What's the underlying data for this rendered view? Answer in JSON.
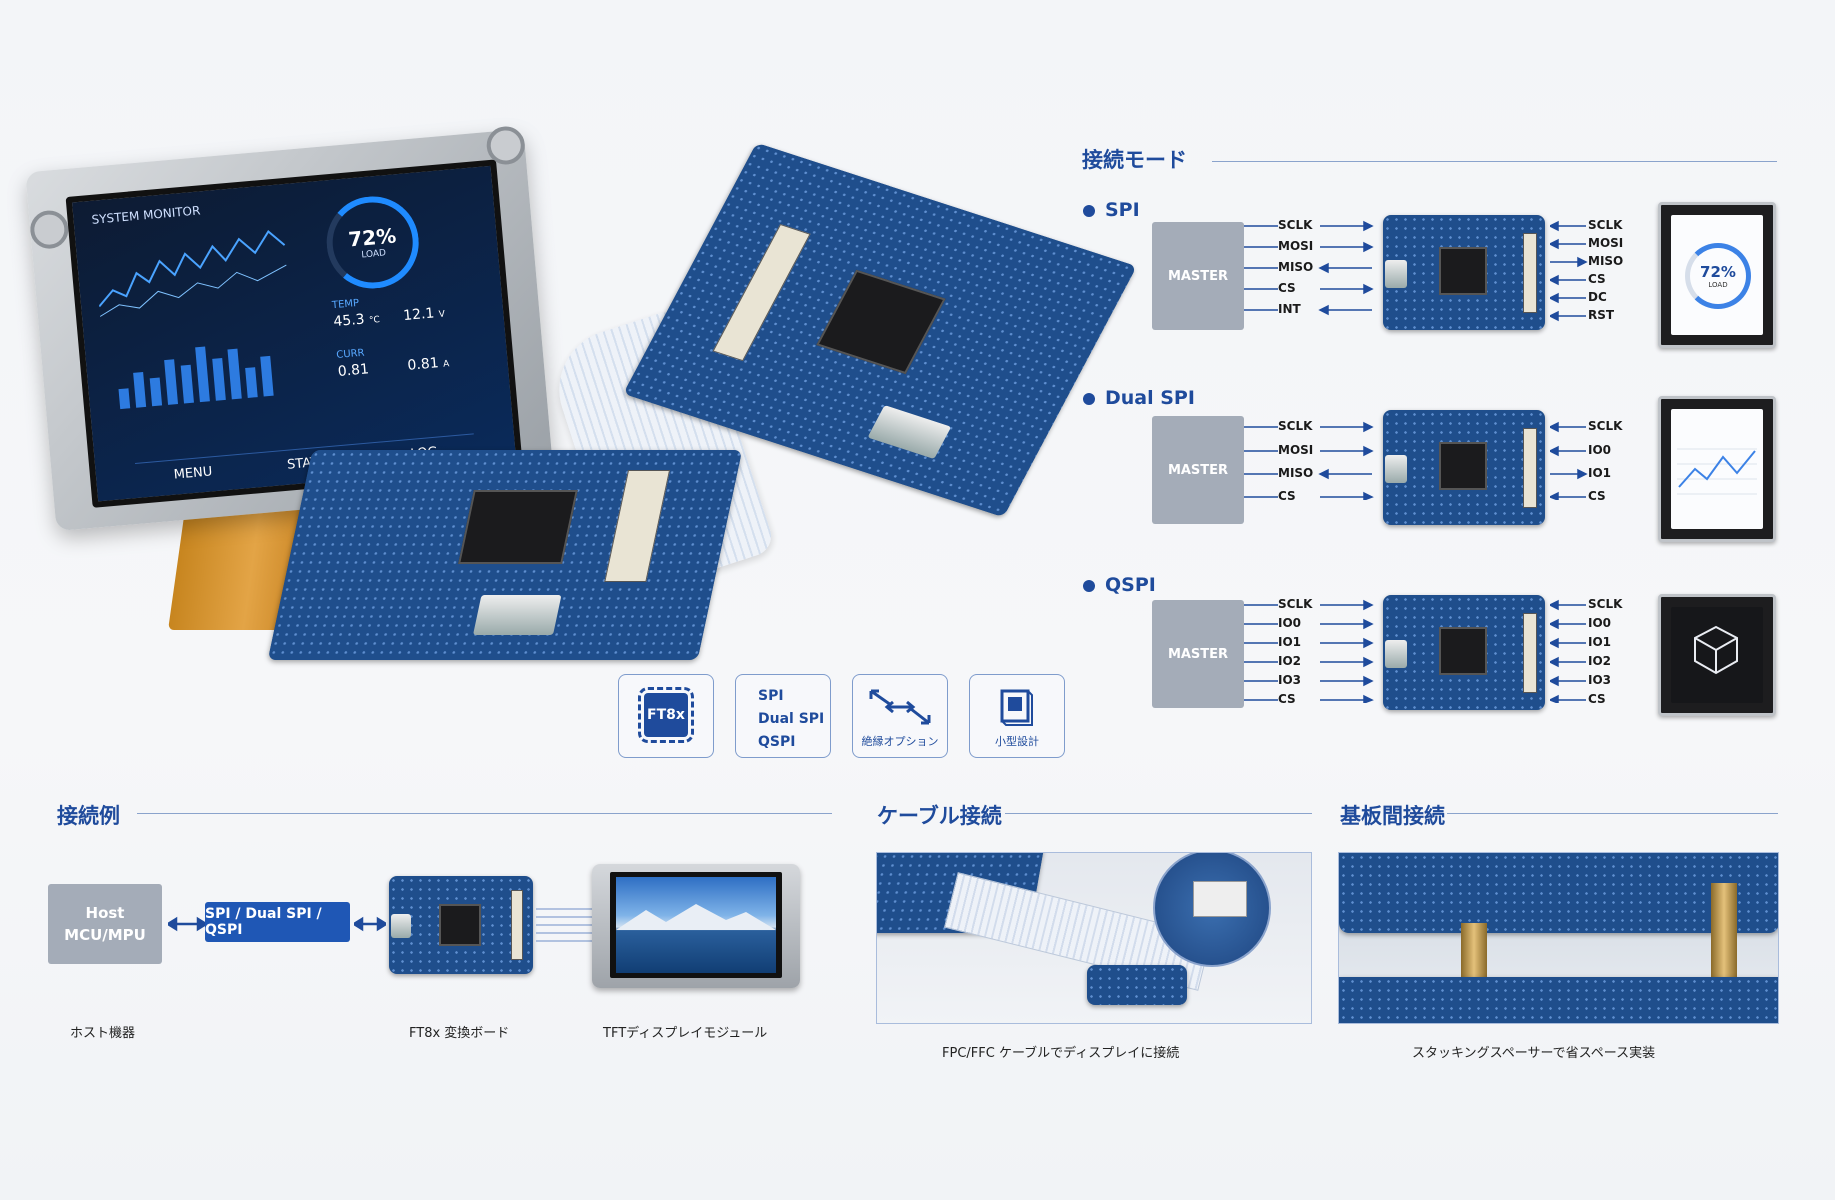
{
  "product_screen": {
    "title": "SYSTEM MONITOR",
    "load_value": "72%",
    "load_label": "LOAD",
    "temp_label": "TEMP",
    "temp_value": "45.3",
    "temp_unit": "°C",
    "volt_value": "12.1",
    "volt_unit": "V",
    "curr_label": "CURR",
    "curr_value": "0.81",
    "curr_unit": "A",
    "nav": [
      "MENU",
      "STATUS",
      "LOG"
    ]
  },
  "connection_modes": {
    "title": "接続モード",
    "modes": [
      {
        "name": "SPI",
        "master": "MASTER",
        "left": [
          "SCLK",
          "MOSI",
          "MISO",
          "CS",
          "INT"
        ],
        "right": [
          "SCLK",
          "MOSI",
          "MISO",
          "CS",
          "DC",
          "RST"
        ],
        "display_text": "72%",
        "display_sub": "LOAD"
      },
      {
        "name": "Dual SPI",
        "master": "MASTER",
        "left": [
          "SCLK",
          "MOSI",
          "MISO",
          "CS"
        ],
        "right": [
          "SCLK",
          "IO0",
          "IO1",
          "CS"
        ]
      },
      {
        "name": "QSPI",
        "master": "MASTER",
        "left": [
          "SCLK",
          "IO0",
          "IO1",
          "IO2",
          "IO3",
          "CS"
        ],
        "right": [
          "SCLK",
          "IO0",
          "IO1",
          "IO2",
          "IO3",
          "CS"
        ]
      }
    ]
  },
  "features": {
    "chip": "FT8x",
    "protocols": [
      "SPI",
      "Dual SPI",
      "QSPI"
    ],
    "isolation": "絶縁オプション",
    "compact": "小型設計"
  },
  "example": {
    "title": "接続例",
    "host_line1": "Host",
    "host_line2": "MCU/MPU",
    "protocol": "SPI / Dual SPI / QSPI",
    "captions": [
      "ホスト機器",
      "FT8x 変換ボード",
      "TFTディスプレイモジュール"
    ]
  },
  "cable": {
    "title": "ケーブル接続",
    "caption": "FPC/FFC ケーブルでディスプレイに接続"
  },
  "stacking": {
    "title": "基板間接続",
    "caption": "スタッキングスペーサーで省スペース実装"
  },
  "colors": {
    "accent": "#1f4b9c",
    "board": "#1f4e8c",
    "master": "#a4acb8"
  }
}
